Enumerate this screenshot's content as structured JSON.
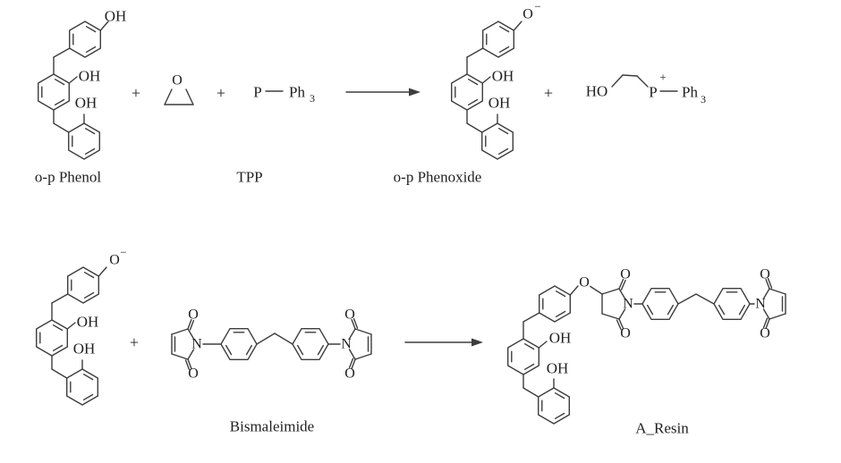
{
  "scheme": {
    "labels": {
      "o_p_phenol": "o-p Phenol",
      "tpp": "TPP",
      "o_p_phenoxide": "o-p Phenoxide",
      "bismaleimide": "Bismaleimide",
      "a_resin": "A_Resin"
    },
    "symbols": {
      "oh": "OH",
      "ho": "HO",
      "o": "O",
      "n": "N",
      "p": "P",
      "ph": "Ph",
      "three": "3",
      "plus": "+",
      "minus": "−"
    },
    "colors": {
      "bond": "#3d3d3d",
      "text": "#1f1f1f",
      "background": "#ffffff"
    }
  }
}
